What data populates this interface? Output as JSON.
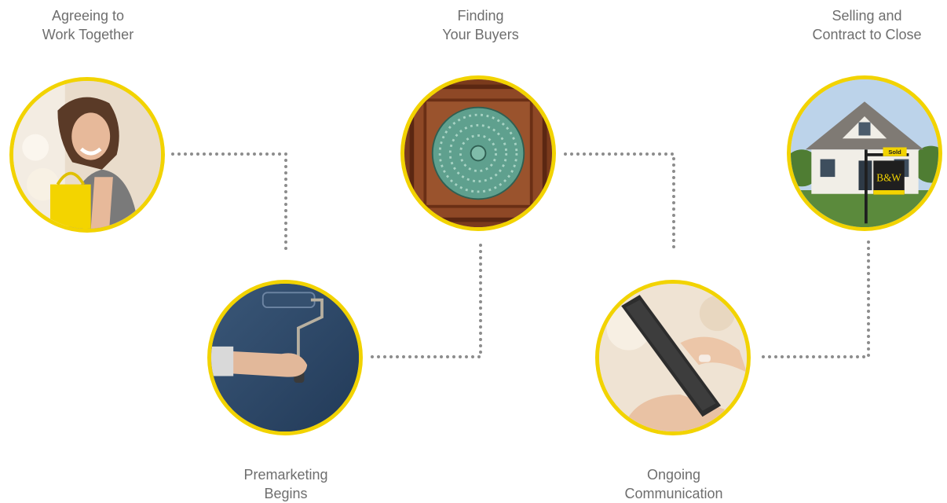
{
  "steps": [
    {
      "line1": "Agreeing to",
      "line2": "Work Together",
      "icon": "shopping-woman-photo"
    },
    {
      "line1": "Premarketing",
      "line2": "Begins",
      "icon": "paint-roller-photo"
    },
    {
      "line1": "Finding",
      "line2": "Your Buyers",
      "icon": "door-knob-photo"
    },
    {
      "line1": "Ongoing",
      "line2": "Communication",
      "icon": "smartphone-photo"
    },
    {
      "line1": "Selling and",
      "line2": "Contract to Close",
      "icon": "sold-house-photo"
    }
  ],
  "sign": {
    "sold": "Sold",
    "logo": "B&W"
  },
  "colors": {
    "ring": "#f2d300",
    "dots": "#8c8c8c",
    "text": "#6e6e6e"
  }
}
